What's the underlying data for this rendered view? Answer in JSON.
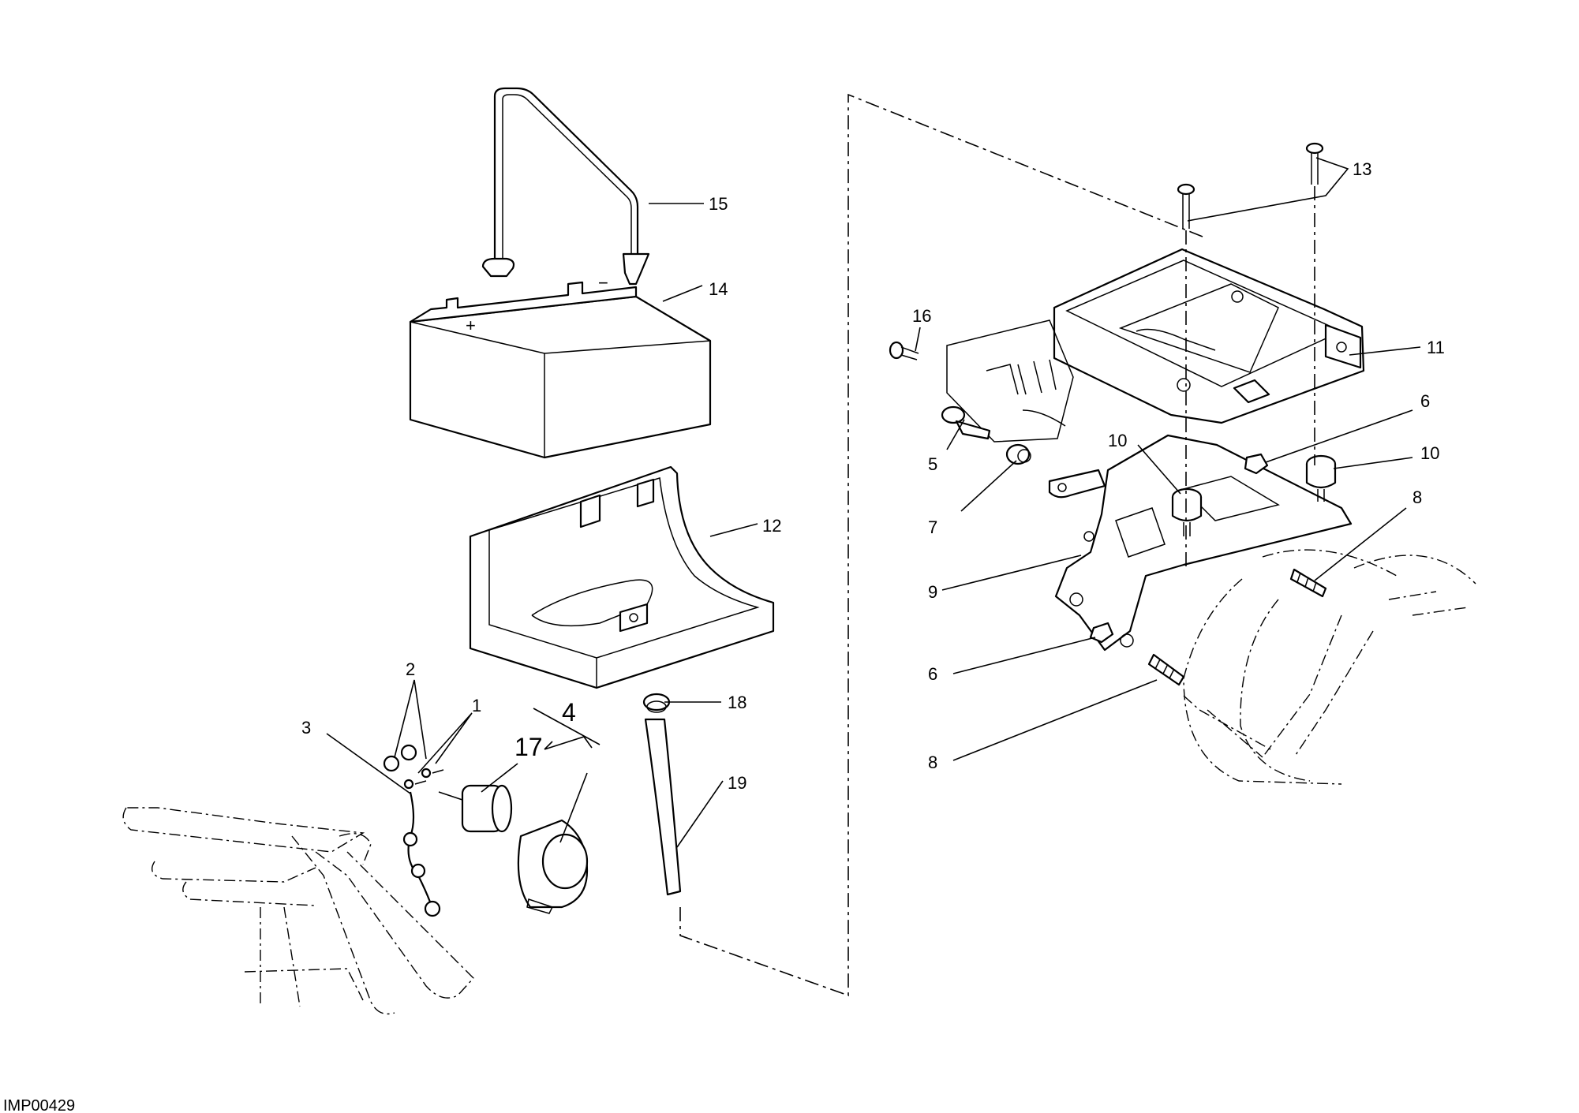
{
  "diagram": {
    "reference_code": "IMP00429",
    "callouts": {
      "c1": "1",
      "c2": "2",
      "c3": "3",
      "c4": "4",
      "c5": "5",
      "c6a": "6",
      "c6b": "6",
      "c7": "7",
      "c8a": "8",
      "c8b": "8",
      "c9": "9",
      "c10a": "10",
      "c10b": "10",
      "c11": "11",
      "c12": "12",
      "c13": "13",
      "c14": "14",
      "c15": "15",
      "c16": "16",
      "c17": "17",
      "c18": "18",
      "c19": "19"
    },
    "battery_marks": {
      "positive": "+",
      "negative": "−"
    }
  }
}
